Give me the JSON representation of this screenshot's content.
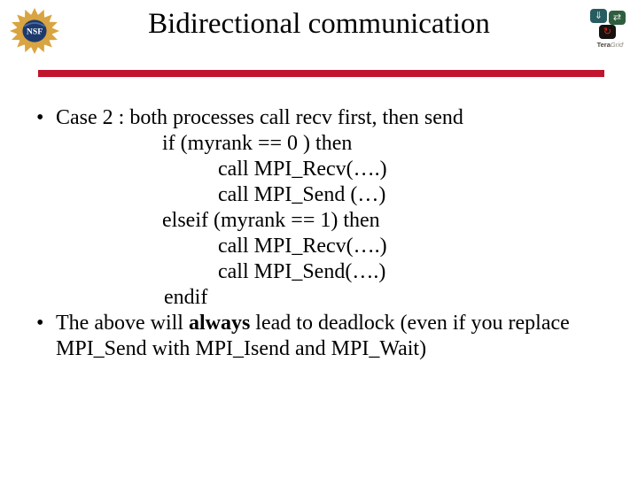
{
  "slide": {
    "title": "Bidirectional communication",
    "bullet_glyph": "•"
  },
  "logos": {
    "nsf": {
      "monogram": "NSF"
    },
    "teragrid": {
      "brand_tera": "Tera",
      "brand_grid": "Grid",
      "trademark": "’",
      "download_glyph": "⇓",
      "sync_glyph": "⇄",
      "rotate_glyph": "↻"
    }
  },
  "colors": {
    "accent_bar": "#C0142F",
    "nsf_gold": "#D9A441",
    "nsf_blue": "#1d3a6e"
  },
  "content": {
    "bullet1": "Case 2 : both processes call recv first, then send",
    "code_lines": [
      {
        "text": "if (myrank == 0 ) then"
      },
      {
        "text": "call MPI_Recv(….)"
      },
      {
        "text": "call MPI_Send (…)"
      },
      {
        "text": "elseif (myrank == 1) then"
      },
      {
        "text": "call MPI_Recv(….)"
      },
      {
        "text": "call MPI_Send(….)"
      },
      {
        "text": "endif"
      }
    ],
    "bullet2": {
      "pre": "The above will ",
      "bold": "always",
      "post": " lead to deadlock (even if you replace MPI_Send with MPI_Isend and MPI_Wait)"
    }
  }
}
